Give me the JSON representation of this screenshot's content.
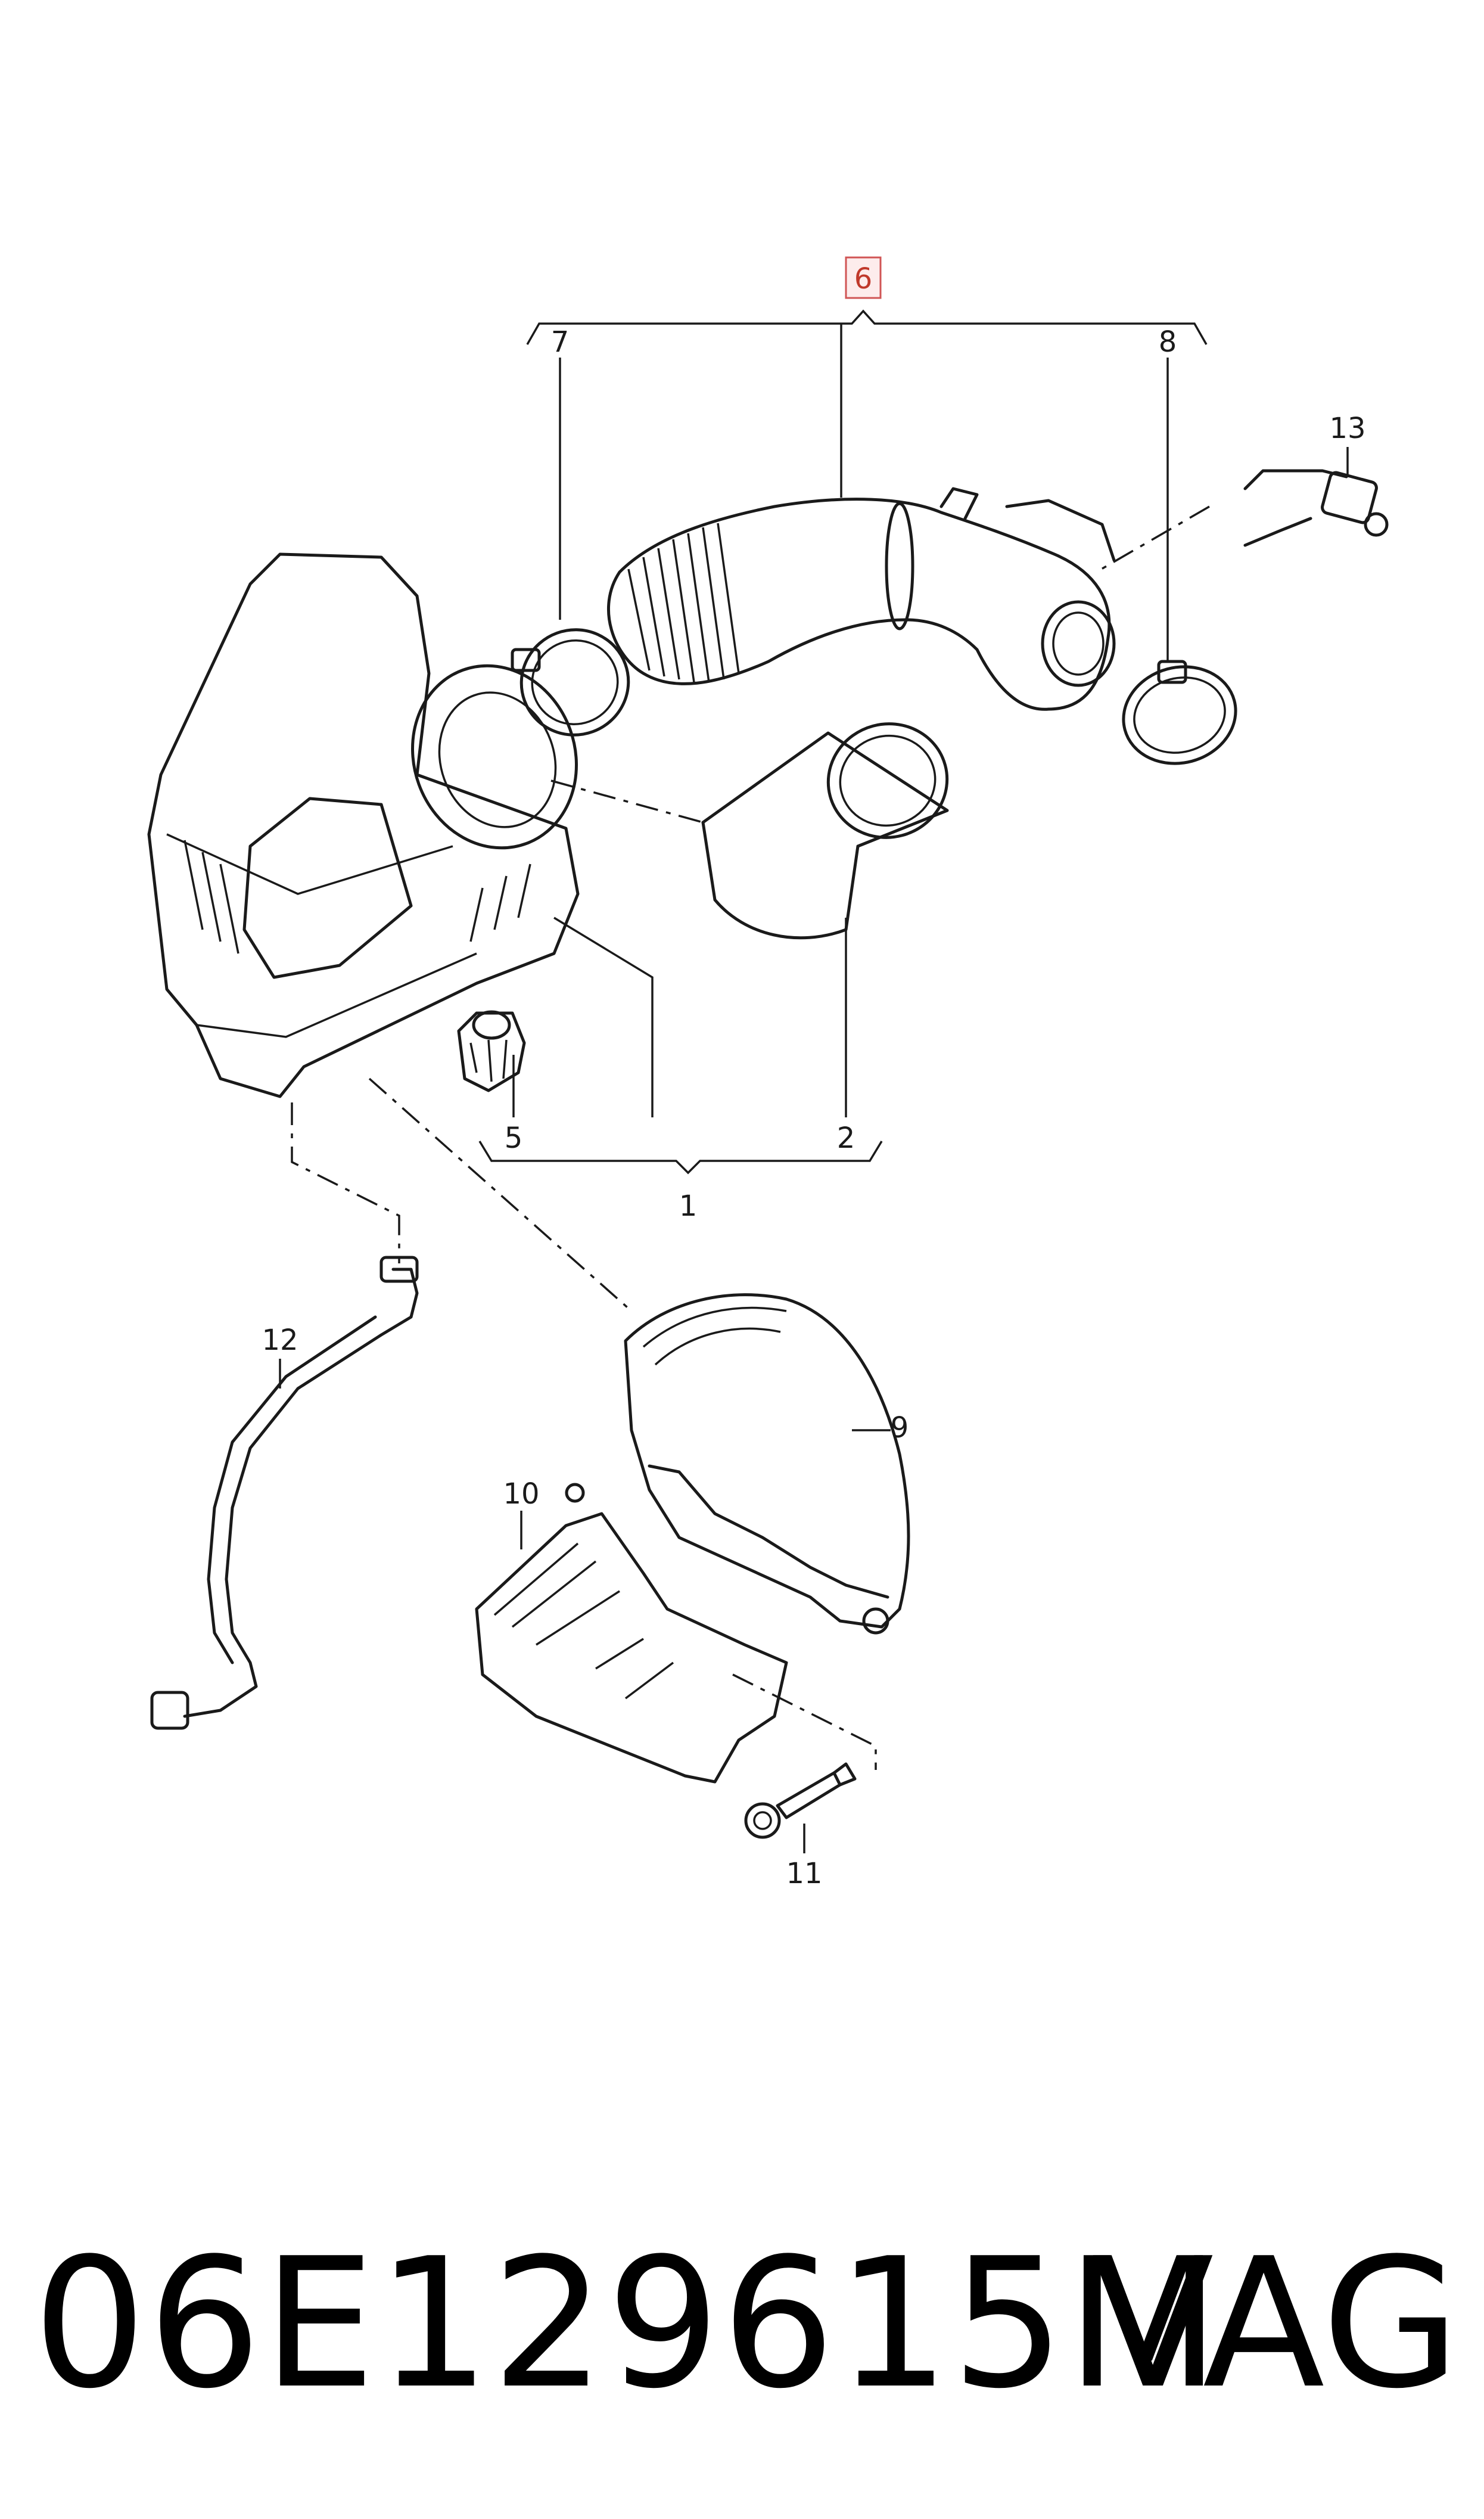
{
  "diagram": {
    "callouts": {
      "c1": "1",
      "c2": "2",
      "c5": "5",
      "c6": "6",
      "c7": "7",
      "c8": "8",
      "c9": "9",
      "c10": "10",
      "c11": "11",
      "c12": "12",
      "c13": "13"
    },
    "highlighted_callout": "6",
    "highlight_color": "#d05555"
  },
  "footer": {
    "part_number": "06E129615M",
    "brand": "VAG"
  }
}
